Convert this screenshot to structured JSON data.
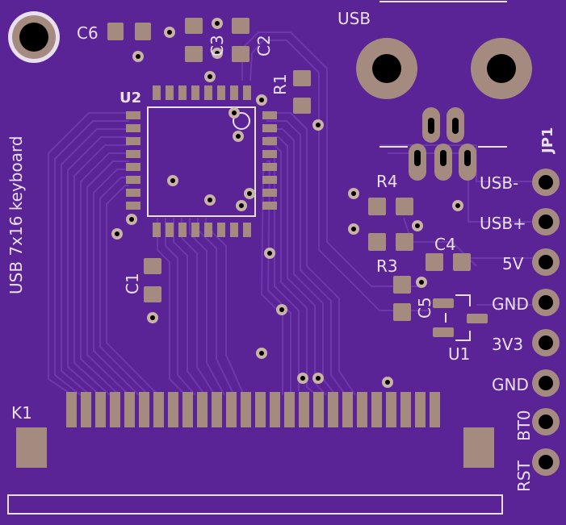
{
  "board": {
    "colors": {
      "substrate": "#5a2396",
      "copper_pour": "#4e1e86",
      "trace": "#6a34a8",
      "pad": "#a58a80",
      "drill": "#000000",
      "via": "#c9b3a7",
      "silkscreen": "#e8e0f0"
    },
    "labels": {
      "title": "USB 7x16 keyboard",
      "usb": "USB",
      "u2": "U2",
      "u1": "U1",
      "k1": "K1",
      "jp1": "JP1",
      "c1": "C1",
      "c2": "C2",
      "c3": "C3",
      "c4": "C4",
      "c5": "C5",
      "c6": "C6",
      "r1": "R1",
      "r3": "R3",
      "r4": "R4"
    },
    "header_pins": [
      "USB-",
      "USB+",
      "5V",
      "GND",
      "3V3",
      "GND",
      "BT0",
      "RST"
    ],
    "connector_fingers": 26
  }
}
